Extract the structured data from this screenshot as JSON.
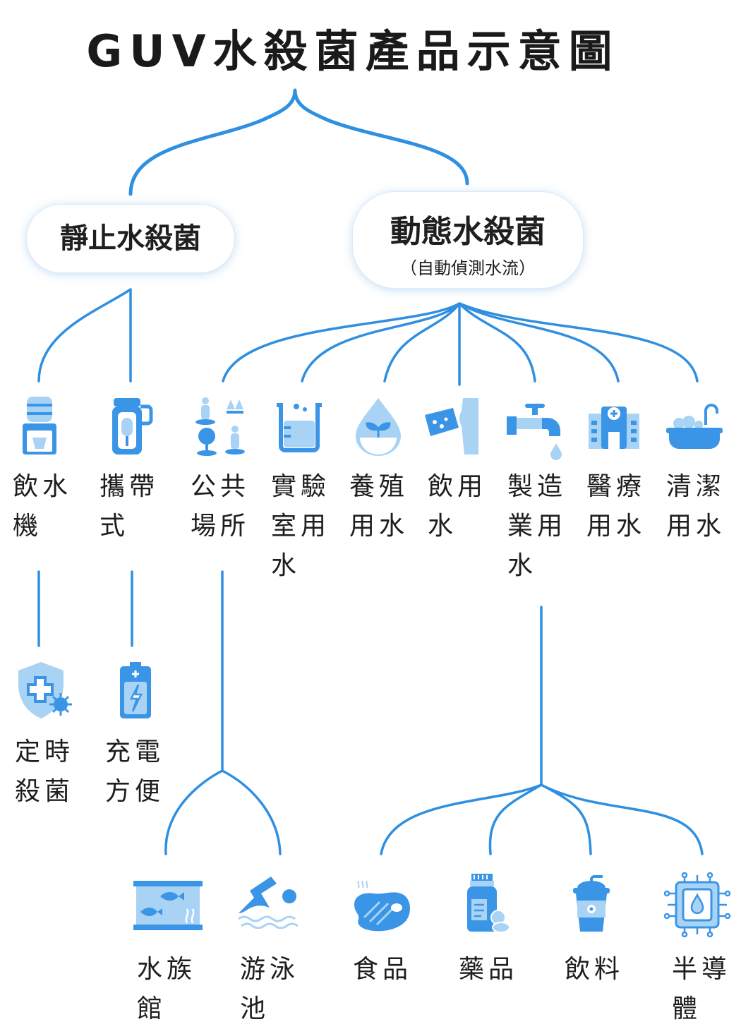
{
  "title": "GUV水殺菌產品示意圖",
  "static_group": {
    "label": "靜止水殺菌"
  },
  "dynamic_group": {
    "label": "動態水殺菌",
    "note": "（自動偵測水流）"
  },
  "static_items": [
    {
      "label": "飲水\n機",
      "icon": "water-dispenser-icon"
    },
    {
      "label": "攜帶\n式",
      "icon": "portable-bottle-icon"
    }
  ],
  "static_features": [
    {
      "label": "定時\n殺菌",
      "icon": "shield-virus-icon"
    },
    {
      "label": "充電\n方便",
      "icon": "battery-charge-icon"
    }
  ],
  "dynamic_items": [
    {
      "label": "公共\n場所",
      "icon": "public-park-icon"
    },
    {
      "label": "實驗\n室用\n水",
      "icon": "beaker-icon"
    },
    {
      "label": "養殖\n用水",
      "icon": "sprout-drop-icon"
    },
    {
      "label": "飲用\n水",
      "icon": "drinking-cup-icon"
    },
    {
      "label": "製造\n業用\n水",
      "icon": "faucet-icon"
    },
    {
      "label": "醫療\n用水",
      "icon": "hospital-icon"
    },
    {
      "label": "清潔\n用水",
      "icon": "bathtub-icon"
    }
  ],
  "public_sub": [
    {
      "label": "水族\n館",
      "icon": "aquarium-icon"
    },
    {
      "label": "游泳\n池",
      "icon": "swimmer-icon"
    }
  ],
  "industry_sub": [
    {
      "label": "食品",
      "icon": "steak-icon"
    },
    {
      "label": "藥品",
      "icon": "medicine-icon"
    },
    {
      "label": "飲料",
      "icon": "drink-cup-icon"
    },
    {
      "label": "半導\n體",
      "icon": "chip-icon"
    }
  ],
  "colors": {
    "line": "#2f8fe0",
    "icon_dark": "#3b95e6",
    "icon_light": "#a9d3f5"
  }
}
